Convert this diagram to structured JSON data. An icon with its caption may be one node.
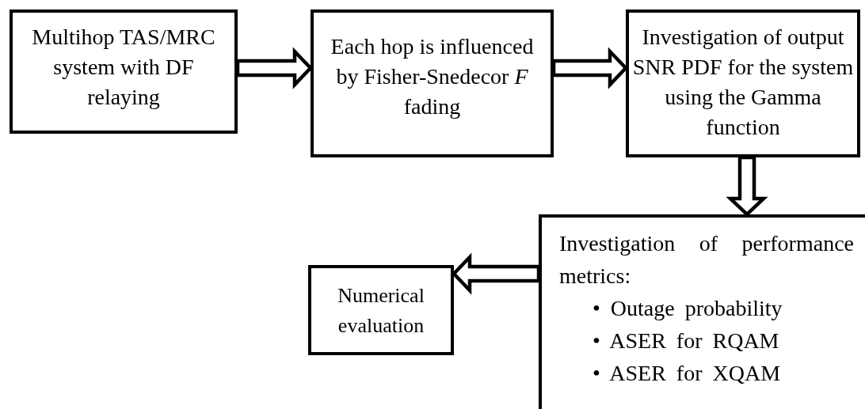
{
  "diagram": {
    "nodes": [
      {
        "text": [
          "Multihop TAS/MRC system with DF relaying"
        ]
      },
      {
        "text": [
          "Each hop is influenced by Fisher-Snedecor *F* fading"
        ]
      },
      {
        "text": [
          "Investigation of output SNR PDF for the system using the Gamma function"
        ]
      },
      {
        "text": [
          "Investigation of performance metrics:",
          "• Outage probability",
          "• ASER for RQAM",
          "• ASER for XQAM"
        ]
      },
      {
        "text": [
          "Numerical evaluation"
        ]
      }
    ],
    "edges": [
      {
        "from": 0,
        "to": 1,
        "arrow": "to"
      },
      {
        "from": 1,
        "to": 2,
        "arrow": "to"
      },
      {
        "from": 2,
        "to": 3,
        "arrow": "to"
      },
      {
        "from": 3,
        "to": 4,
        "arrow": "to"
      }
    ]
  }
}
